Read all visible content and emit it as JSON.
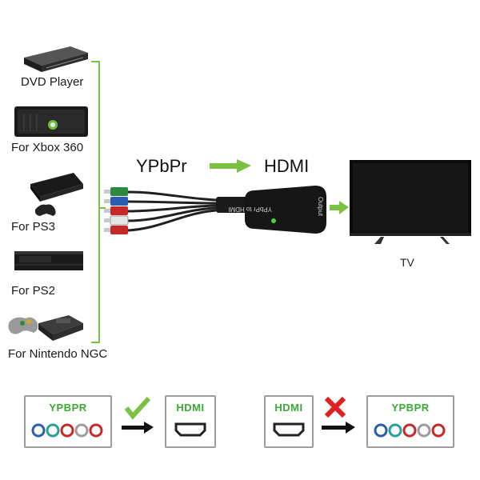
{
  "devices": [
    {
      "label": "DVD Player",
      "icon": "dvd-player-icon"
    },
    {
      "label": "For Xbox 360",
      "icon": "xbox360-icon"
    },
    {
      "label": "For PS3",
      "icon": "ps3-icon"
    },
    {
      "label": "For PS2",
      "icon": "ps2-icon"
    },
    {
      "label": "For Nintendo NGC",
      "icon": "nintendo-ngc-icon"
    }
  ],
  "flow": {
    "input": "YPbPr",
    "output": "HDMI"
  },
  "converter": {
    "body_text": "YPbPr to HDMI",
    "port_text": "Output"
  },
  "tv": {
    "label": "TV"
  },
  "compatibility": {
    "supported": {
      "from": "YPBPR",
      "to": "HDMI",
      "status_icon": "check-icon"
    },
    "unsupported": {
      "from": "HDMI",
      "to": "YPBPR",
      "status_icon": "cross-icon"
    }
  },
  "colors": {
    "accent_green": "#7cc242",
    "label_green": "#3aaa35",
    "cross_red": "#e02020"
  }
}
